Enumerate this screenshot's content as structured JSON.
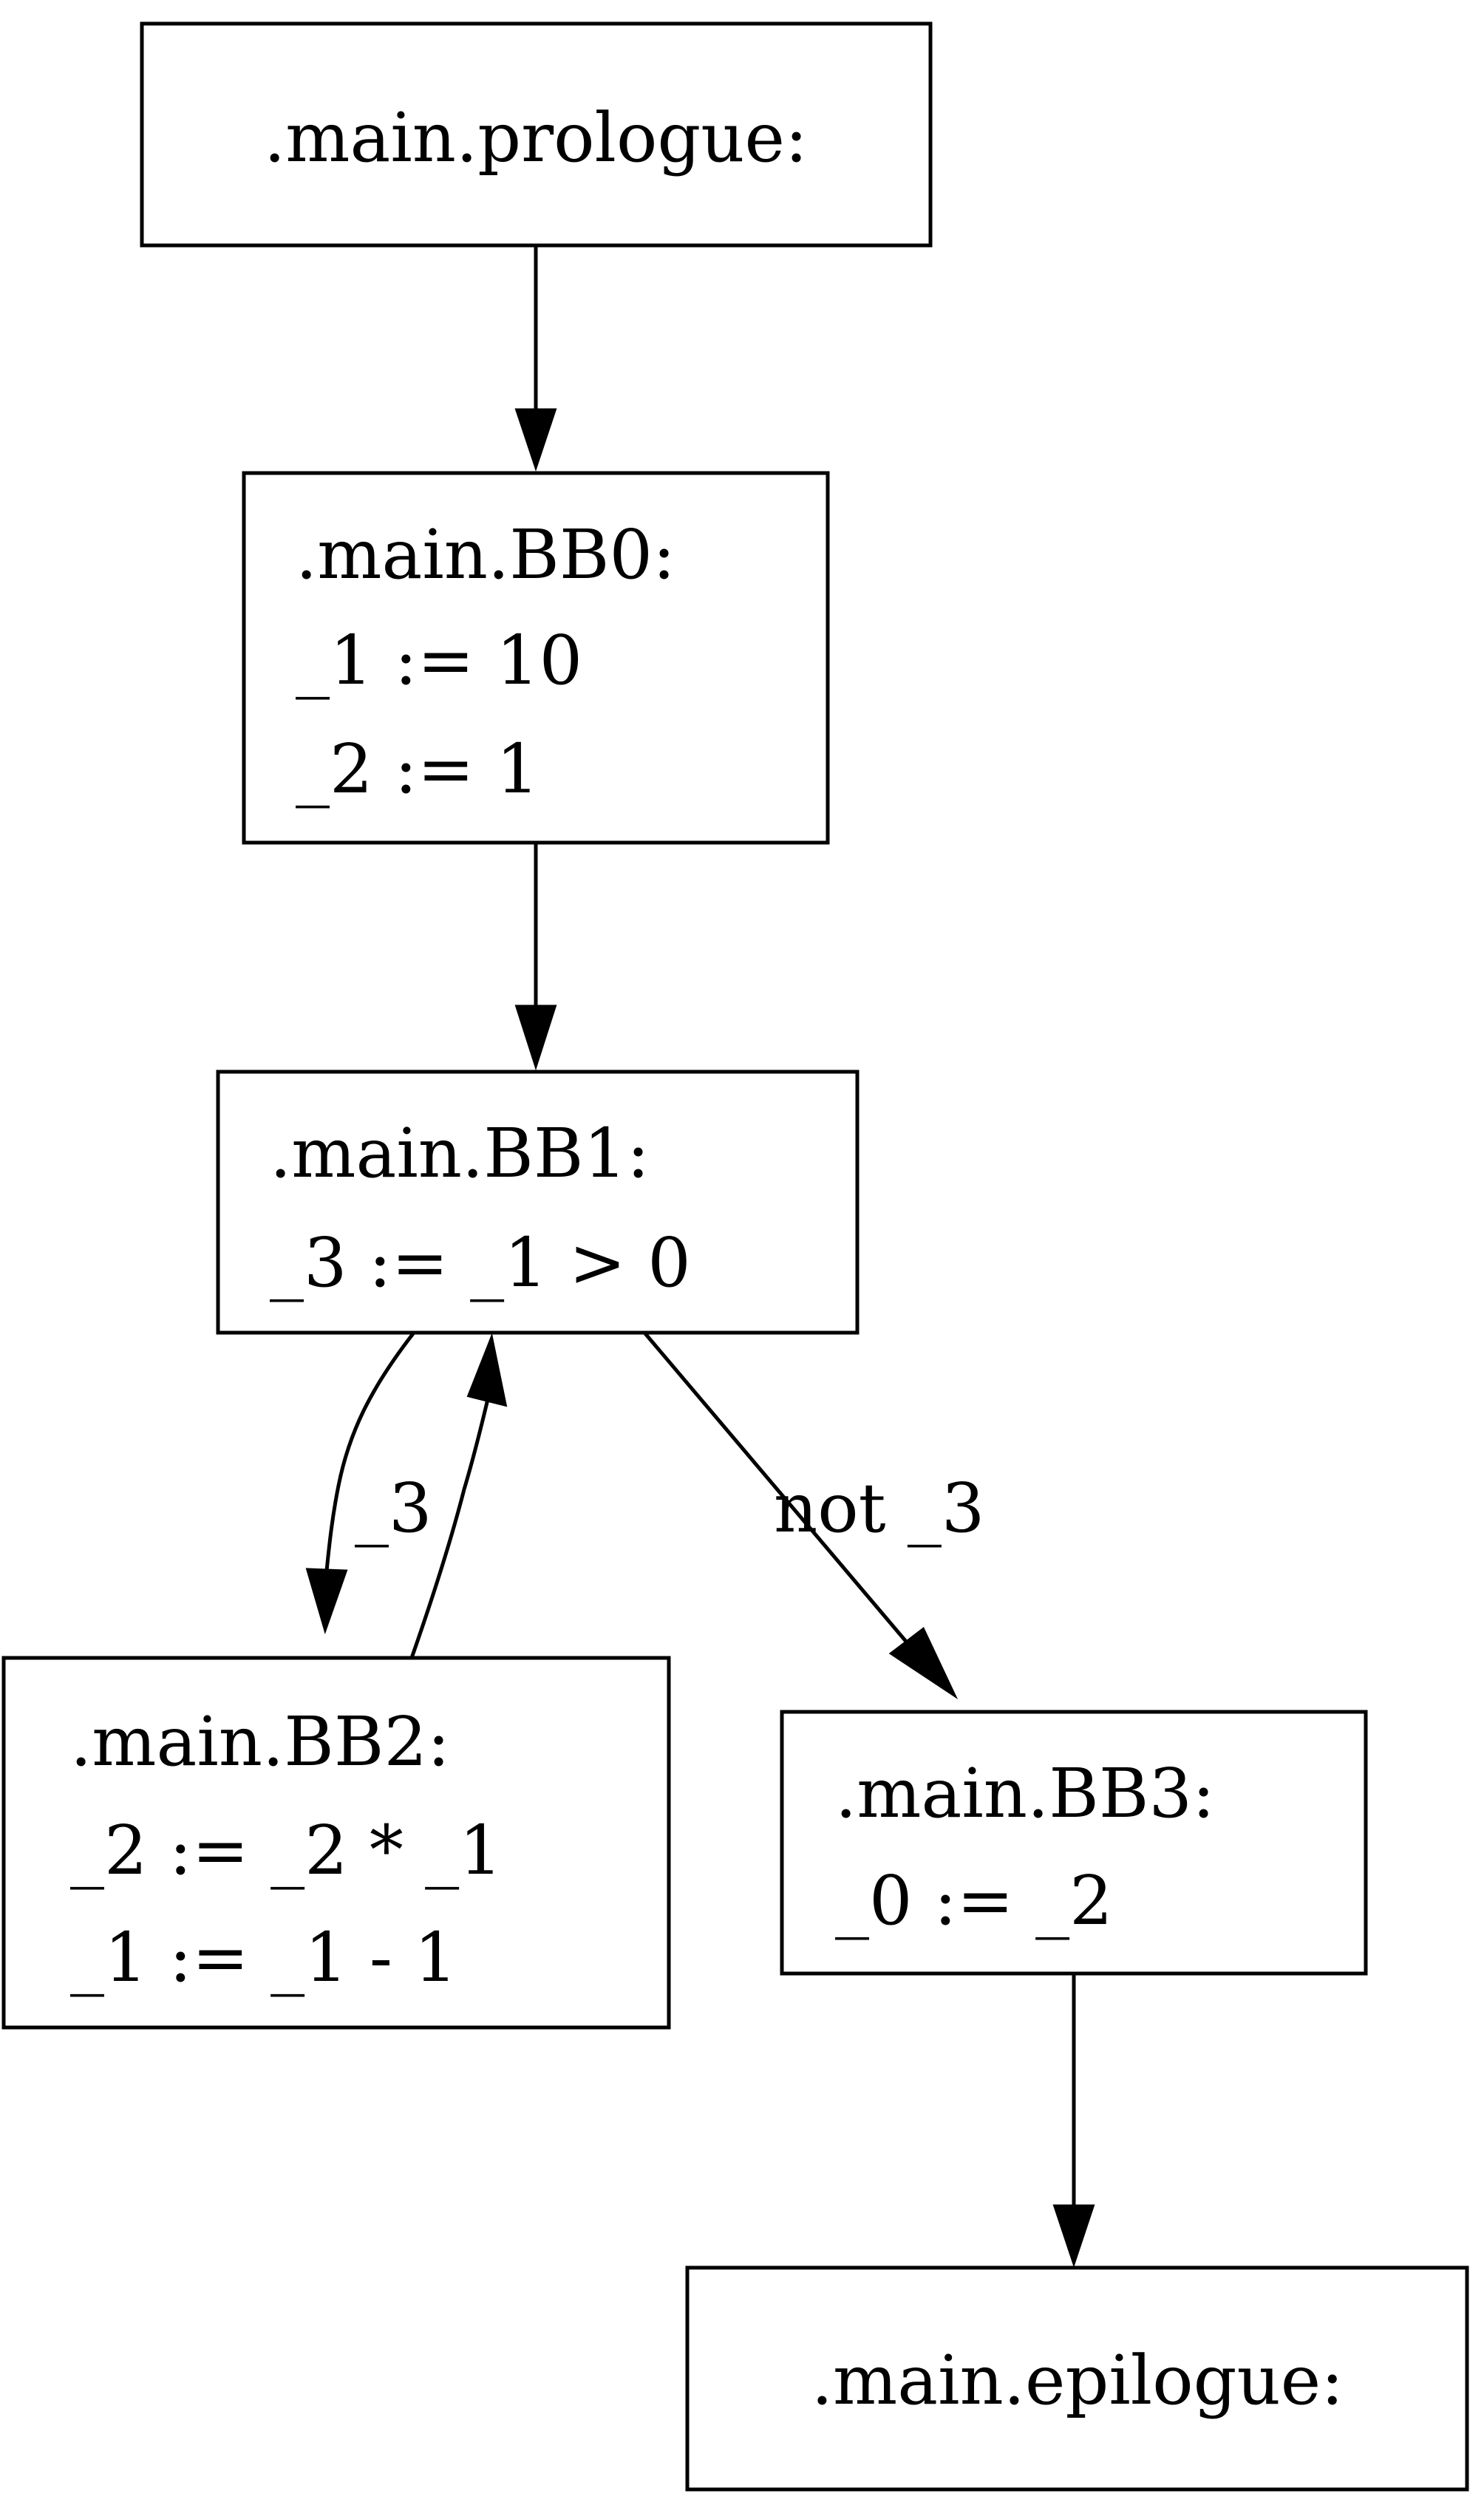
{
  "nodes": {
    "prologue": {
      "lines": [
        ".main.prologue:"
      ]
    },
    "bb0": {
      "lines": [
        ".main.BB0:",
        "_1 := 10",
        "_2 := 1"
      ]
    },
    "bb1": {
      "lines": [
        ".main.BB1:",
        "_3 := _1 > 0"
      ]
    },
    "bb2": {
      "lines": [
        ".main.BB2:",
        "_2 := _2 * _1",
        "_1 := _1 - 1"
      ]
    },
    "bb3": {
      "lines": [
        ".main.BB3:",
        "_0 := _2"
      ]
    },
    "epilogue": {
      "lines": [
        ".main.epilogue:"
      ]
    }
  },
  "edges": {
    "bb1_bb2": {
      "label": "_3"
    },
    "bb1_bb3": {
      "label": "not _3"
    }
  }
}
